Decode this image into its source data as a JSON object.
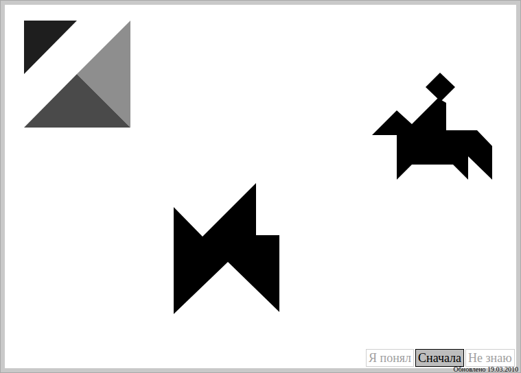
{
  "diagram": {
    "nodes": [
      {
        "text": [
          "Я понял"
        ]
      },
      {
        "text": [
          "Сначала"
        ]
      },
      {
        "text": [
          "Не знаю"
        ]
      }
    ],
    "labels": [
      "Обновлено 19.03.2010"
    ]
  }
}
